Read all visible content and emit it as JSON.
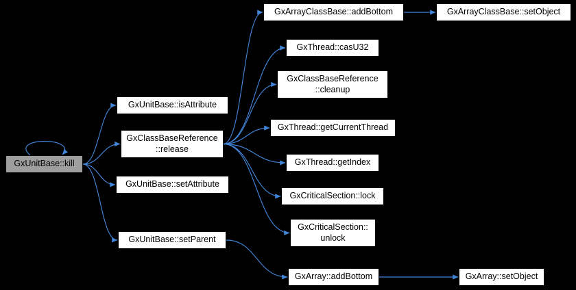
{
  "diagram": {
    "type": "call-graph",
    "colors": {
      "background": "#000000",
      "node_fill": "#ffffff",
      "node_border": "#000000",
      "highlight_fill": "#9e9e9e",
      "edge": "#4285d8",
      "text": "#000000"
    },
    "nodes": {
      "kill": {
        "label": "GxUnitBase::kill",
        "highlighted": true
      },
      "isAttribute": {
        "label": "GxUnitBase::isAttribute"
      },
      "release": {
        "label": "GxClassBaseReference\n::release"
      },
      "setAttribute": {
        "label": "GxUnitBase::setAttribute"
      },
      "setParent": {
        "label": "GxUnitBase::setParent"
      },
      "acb_addBottom": {
        "label": "GxArrayClassBase::addBottom"
      },
      "acb_setObject": {
        "label": "GxArrayClassBase::setObject"
      },
      "casU32": {
        "label": "GxThread::casU32"
      },
      "cleanup": {
        "label": "GxClassBaseReference\n::cleanup"
      },
      "getCurrentThread": {
        "label": "GxThread::getCurrentThread"
      },
      "getIndex": {
        "label": "GxThread::getIndex"
      },
      "lock": {
        "label": "GxCriticalSection::lock"
      },
      "unlock": {
        "label": "GxCriticalSection::\nunlock"
      },
      "arr_addBottom": {
        "label": "GxArray::addBottom"
      },
      "arr_setObject": {
        "label": "GxArray::setObject"
      }
    },
    "edges": [
      {
        "from": "kill",
        "to": "kill"
      },
      {
        "from": "kill",
        "to": "isAttribute"
      },
      {
        "from": "kill",
        "to": "release"
      },
      {
        "from": "kill",
        "to": "setAttribute"
      },
      {
        "from": "kill",
        "to": "setParent"
      },
      {
        "from": "release",
        "to": "acb_addBottom"
      },
      {
        "from": "release",
        "to": "casU32"
      },
      {
        "from": "release",
        "to": "cleanup"
      },
      {
        "from": "release",
        "to": "getCurrentThread"
      },
      {
        "from": "release",
        "to": "getIndex"
      },
      {
        "from": "release",
        "to": "lock"
      },
      {
        "from": "release",
        "to": "unlock"
      },
      {
        "from": "acb_addBottom",
        "to": "acb_setObject"
      },
      {
        "from": "setParent",
        "to": "arr_addBottom"
      },
      {
        "from": "arr_addBottom",
        "to": "arr_setObject"
      }
    ]
  }
}
